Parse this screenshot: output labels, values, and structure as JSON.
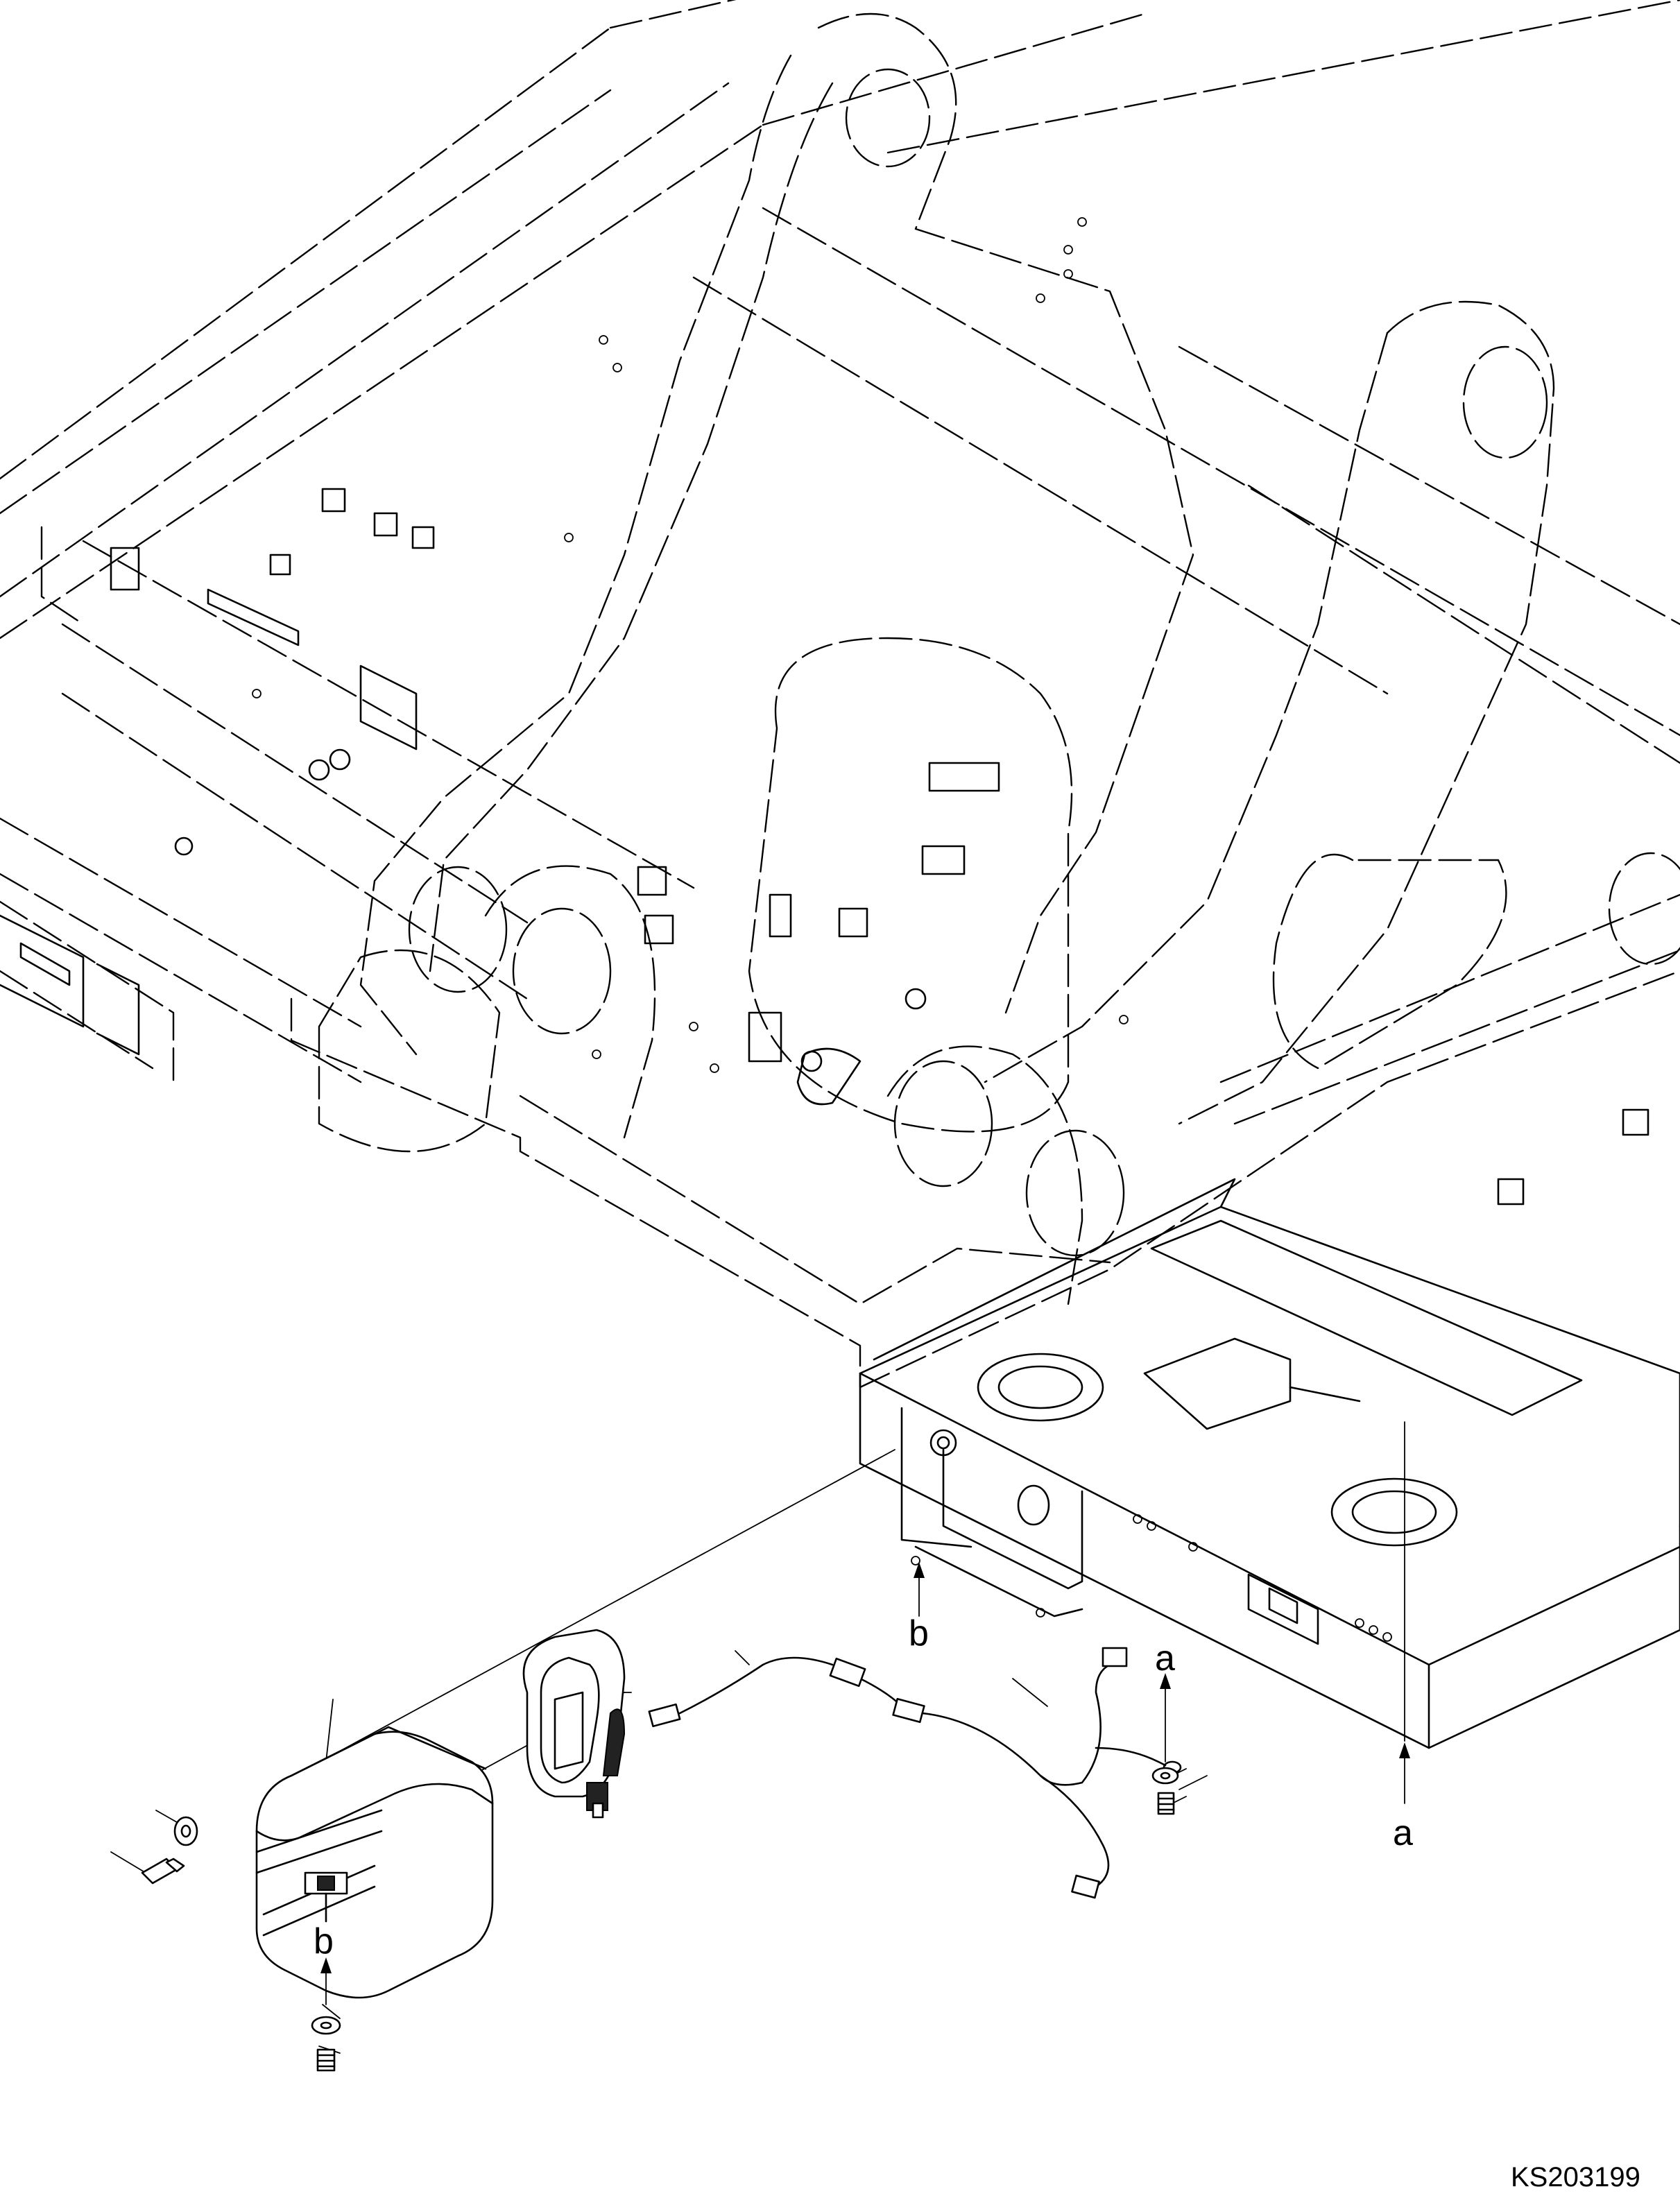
{
  "drawing": {
    "code": "KS203199",
    "labels": {
      "b_top": "b",
      "a_top": "a",
      "a_right": "a",
      "b_bottom": "b"
    }
  }
}
